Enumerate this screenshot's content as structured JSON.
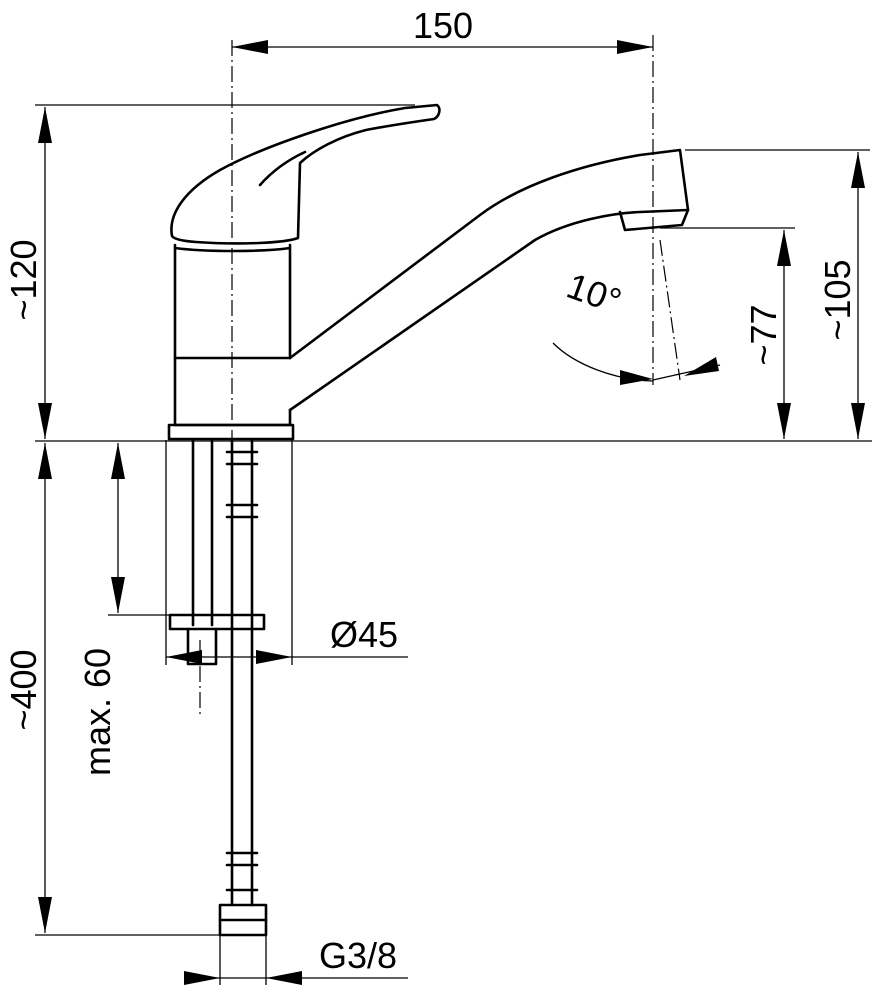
{
  "dimensions": {
    "spout_reach": "150",
    "total_height": "~120",
    "spout_height": "~105",
    "outlet_height": "~77",
    "swivel_angle": "10°",
    "hose_length": "~400",
    "max_deck_thickness": "max. 60",
    "mounting_hole_diameter": "Ø45",
    "connection_thread": "G3/8"
  }
}
